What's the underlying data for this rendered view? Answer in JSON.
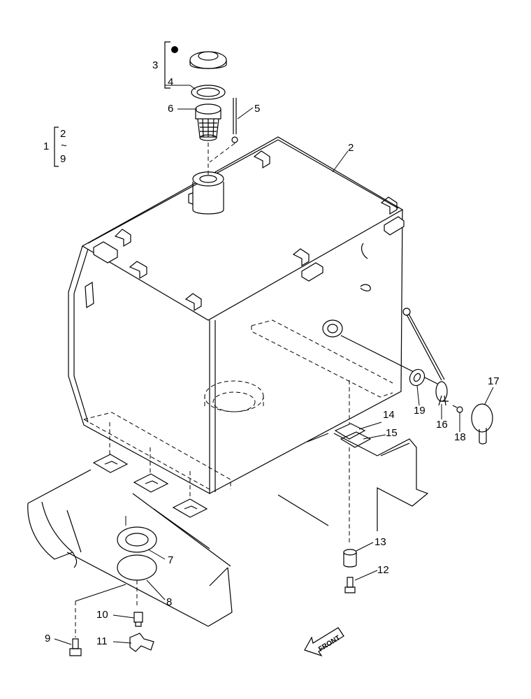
{
  "labels": {
    "l1": "1",
    "l2": "2",
    "l3": "3",
    "l4": "4",
    "l5": "5",
    "l6": "6",
    "l7": "7",
    "l8": "8",
    "l9": "9",
    "l10": "10",
    "l11": "11",
    "l12": "12",
    "l13": "13",
    "l14": "14",
    "l15": "15",
    "l16": "16",
    "l17": "17",
    "l18": "18",
    "l19": "19"
  },
  "group_bracket": {
    "top": "2",
    "tilde": "~",
    "bottom": "9"
  },
  "direction_arrow": {
    "text": "FRONT"
  },
  "colors": {
    "line": "#000000",
    "background": "#ffffff"
  }
}
